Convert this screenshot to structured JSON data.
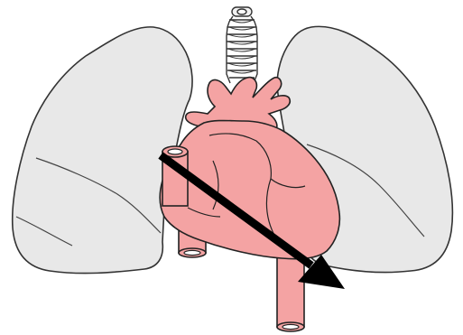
{
  "diagram": {
    "subject": "heart-and-lungs",
    "parts": [
      "trachea",
      "left-lung",
      "right-lung",
      "aortic-arch",
      "heart",
      "superior-vena-cava",
      "inferior-vena-cava",
      "descending-aorta",
      "cardiac-axis-arrow"
    ],
    "colors": {
      "background": "#ffffff",
      "lung_fill": "#e8e8e8",
      "heart_fill": "#f4a3a3",
      "heart_stroke": "#222222",
      "outline": "#333333",
      "arrow": "#000000"
    }
  }
}
